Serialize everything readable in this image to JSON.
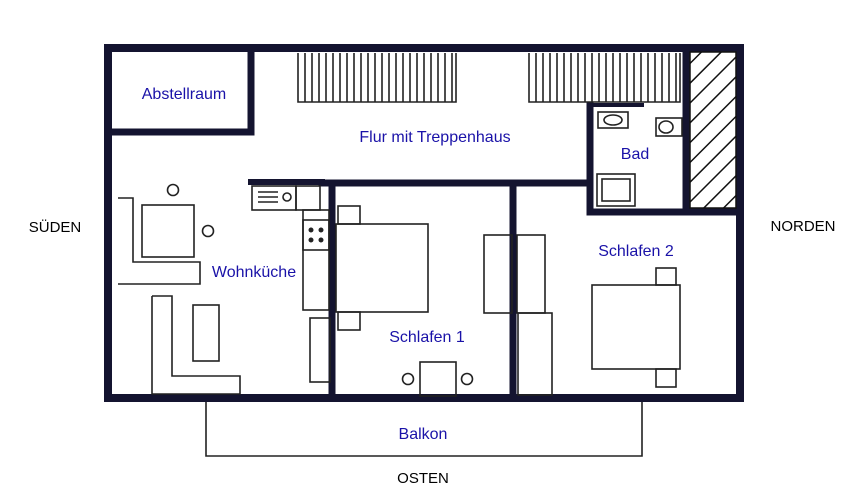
{
  "compass": {
    "west": "SÜDEN",
    "east": "NORDEN",
    "south": "OSTEN"
  },
  "rooms": {
    "storage": "Abstellraum",
    "hallway": "Flur mit Treppenhaus",
    "bathroom": "Bad",
    "kitchen": "Wohnküche",
    "bedroom1": "Schlafen 1",
    "bedroom2": "Schlafen 2",
    "balcony": "Balkon"
  },
  "colors": {
    "wall": "#141430",
    "label": "#1a12a8"
  }
}
